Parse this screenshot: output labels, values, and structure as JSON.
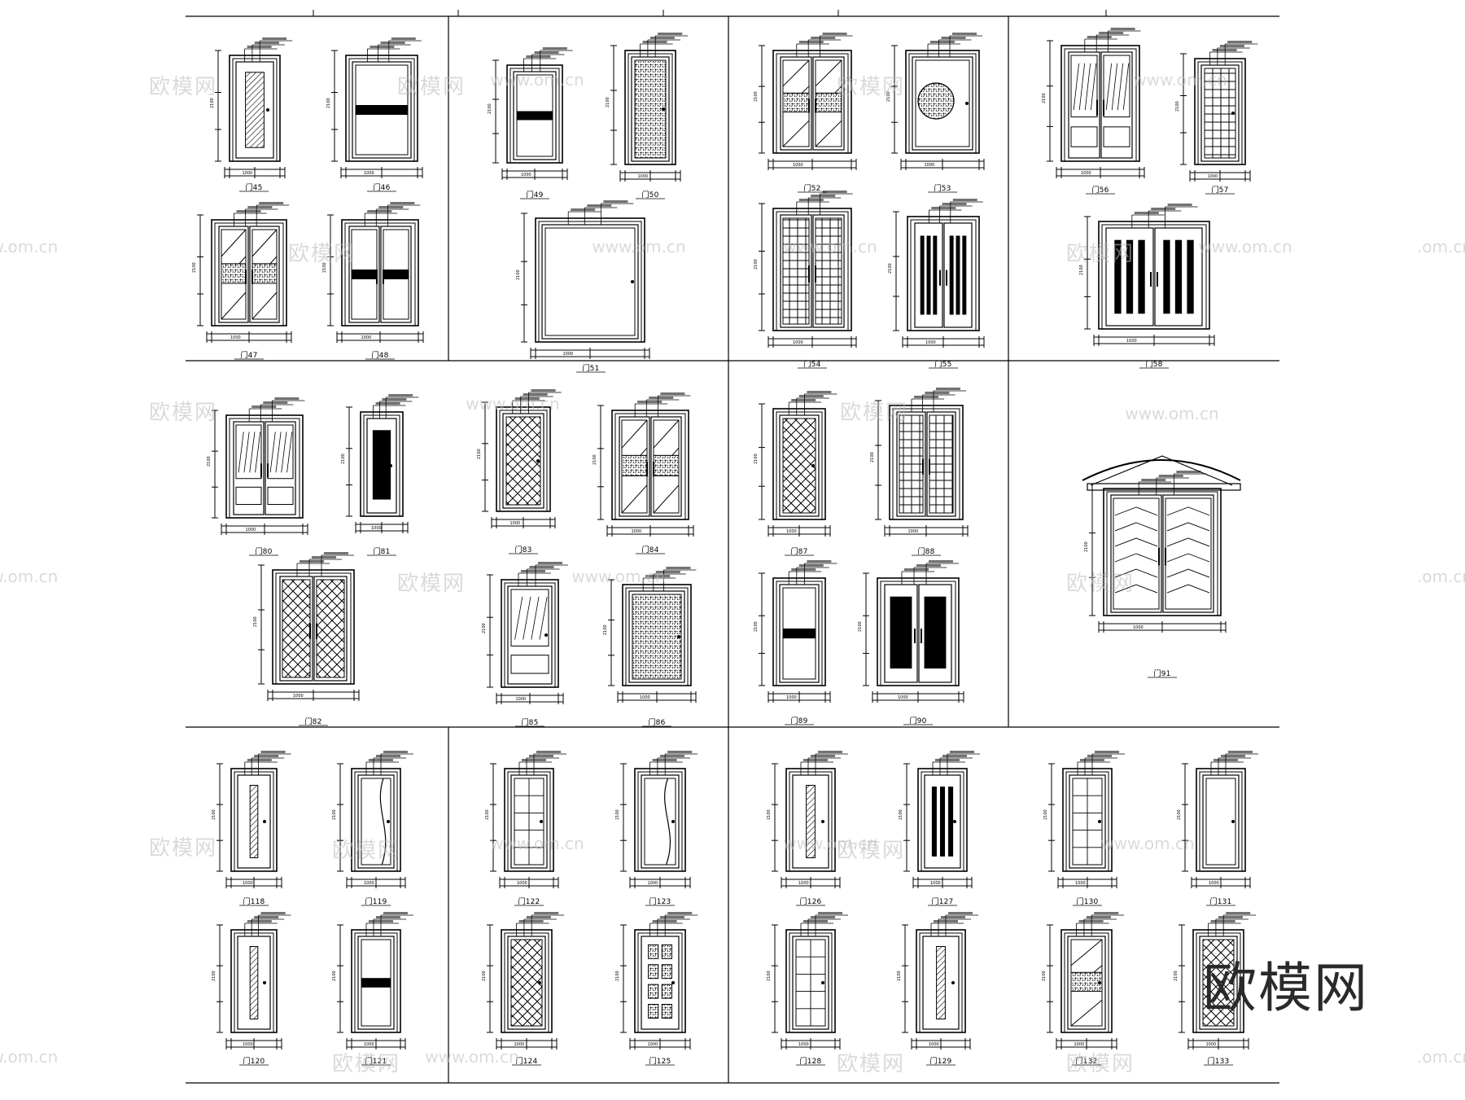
{
  "sheet": {
    "door_codes": [
      "门45",
      "门46",
      "门47",
      "门48",
      "门49",
      "门50",
      "门51",
      "门52",
      "门53",
      "门54",
      "门55",
      "门56",
      "门57",
      "门58",
      "门80",
      "门81",
      "门82",
      "门83",
      "门84",
      "门85",
      "门86",
      "门87",
      "门88",
      "门89",
      "门90",
      "门91",
      "门118",
      "门119",
      "门120",
      "门121",
      "门122",
      "门123",
      "门124",
      "门125",
      "门126",
      "门127",
      "门128",
      "门129",
      "门130",
      "门131",
      "门132",
      "门133"
    ]
  },
  "watermark": {
    "brand_cn": "欧模网",
    "url": "www.om.cn",
    "url_edge": ".om.cn",
    "url_edge_left": "w.om.cn"
  },
  "colors": {
    "ink": "#000000",
    "watermark": "#bdbdbd",
    "big_watermark": "#2a2a2a"
  }
}
